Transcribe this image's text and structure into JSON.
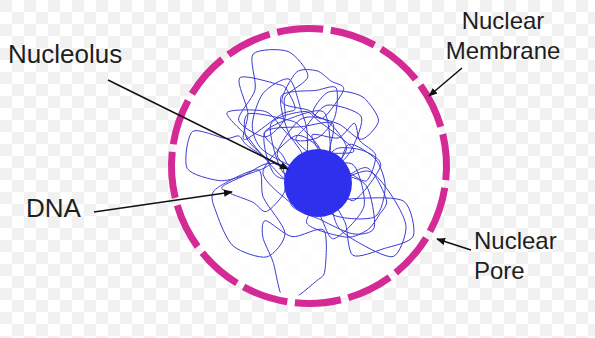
{
  "diagram": {
    "labels": [
      "Nucleolus",
      "Nuclear Membrane",
      "DNA",
      "Nuclear Pore"
    ]
  }
}
